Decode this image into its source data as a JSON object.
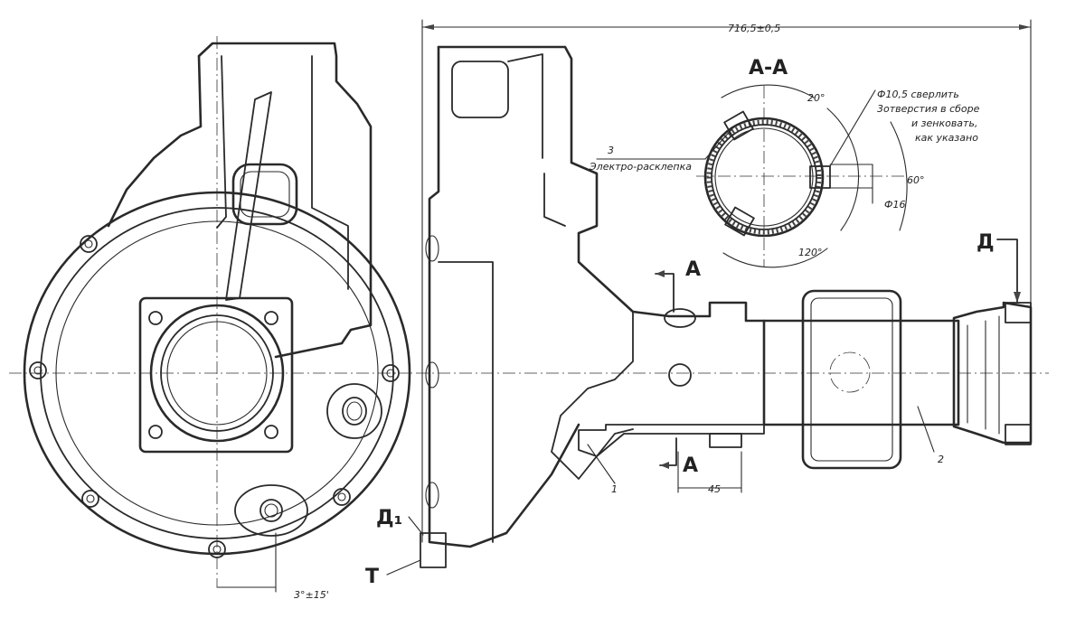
{
  "drawing": {
    "overall_dimension": "716,5±0,5",
    "section_title": "А-А",
    "section_marker": "А",
    "view_marker": "Д",
    "view_marker_sub": "Д₁",
    "t_label": "Т",
    "angle_dimension": "3°±15'",
    "dim_45": "45",
    "angle_20": "20°",
    "angle_60": "60°",
    "angle_120": "120°",
    "dia_16": "Ф16",
    "drill_note_line1": "Ф10,5 сверлить",
    "drill_note_line2": "3отверстия в сборе",
    "drill_note_line3": "и зенковать,",
    "drill_note_line4": "как указано",
    "part_3": "3",
    "rivet_note": "Электро-расклепка",
    "part_1": "1",
    "part_2": "2"
  }
}
